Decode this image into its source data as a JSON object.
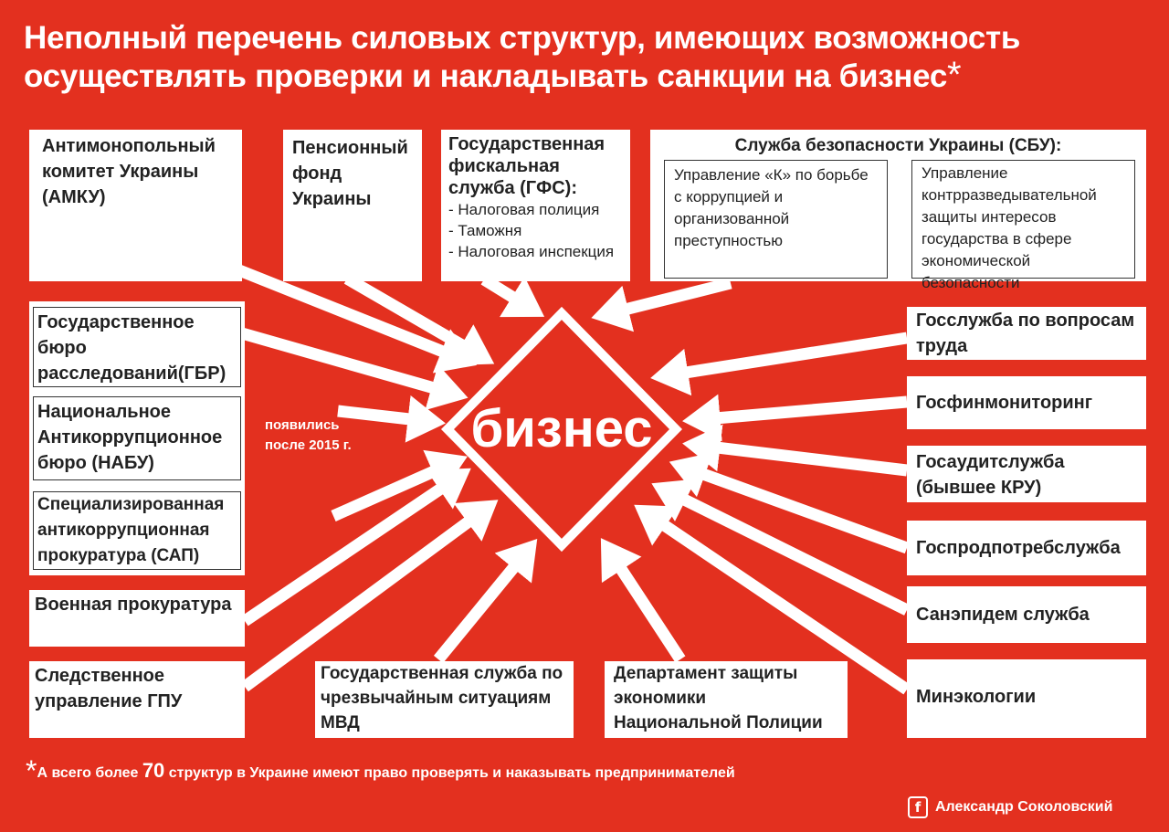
{
  "title": {
    "line1": "Неполный перечень силовых структур, имеющих возможность",
    "line2": "осуществлять проверки и накладывать санкции на бизнес",
    "star": "*"
  },
  "center_label": "бизнес",
  "top_boxes": {
    "amku": "Антимонопольный комитет Украины (АМКУ)",
    "pension": "Пенсионный фонд Украины",
    "gfs": {
      "title": "Государственная фискальная служба (ГФС):",
      "items": [
        "- Налоговая полиция",
        "- Таможня",
        "- Налоговая инспекция"
      ]
    },
    "sbu": {
      "title": "Служба безопасности Украины (СБУ):",
      "left": "Управление «К» по борьбе с коррупцией и организованной преступностью",
      "right": "Управление контрразведывательной защиты интересов государства в сфере экономической безопасности"
    }
  },
  "left_group": {
    "items": [
      "Государственное бюро расследований(ГБР)",
      "Национальное Антикоррупционное бюро (НАБУ)",
      "Специализированная антикоррупционная прокуратура (САП)"
    ],
    "note": "появились после 2015 г."
  },
  "left_bottom": [
    "Военная прокуратура",
    "Следственное управление ГПУ"
  ],
  "bottom": [
    "Государственная служба по чрезвычайным ситуациям МВД",
    "Департамент защиты экономики Национальной Полиции"
  ],
  "right": [
    "Госслужба по вопросам труда",
    "Госфинмониторинг",
    "Госаудитслужба (бывшее КРУ)",
    "Госпродпотребслужба",
    "Санэпидем служба",
    "Минэкологии"
  ],
  "footnote": {
    "star": "*",
    "before": "А всего более ",
    "number": "70",
    "after": " структур в Украине имеют право проверять и наказывать предпринимателей"
  },
  "author": {
    "icon": "facebook-icon",
    "name": "Александр Соколовский"
  },
  "colors": {
    "background": "#e3301f",
    "box": "#ffffff",
    "text": "#222222"
  }
}
